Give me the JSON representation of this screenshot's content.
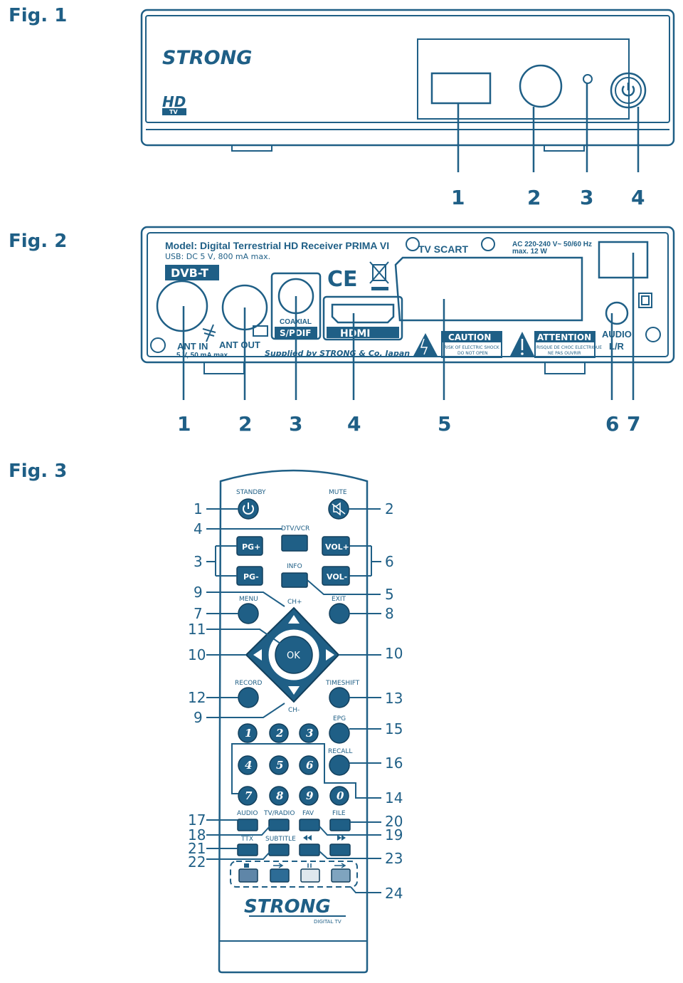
{
  "figures": {
    "fig1": "Fig. 1",
    "fig2": "Fig. 2",
    "fig3": "Fig. 3"
  },
  "fig1": {
    "brand": "STRONG",
    "hd_badge": "HD",
    "tv_badge": "TV",
    "callouts": [
      "1",
      "2",
      "3",
      "4"
    ]
  },
  "fig2": {
    "model": "Model: Digital Terrestrial HD Receiver PRIMA VI",
    "usb": "USB: DC 5 V, 800 mA max.",
    "dvb": "DVB-T",
    "tv_scart": "TV SCART",
    "power_line1": "AC 220-240 V~ 50/60 Hz",
    "power_line2": "max. 12 W",
    "coaxial": "COAXIAL",
    "spdif": "S/PDIF",
    "hdmi": "HDMI",
    "ant_in": "ANT IN",
    "ant_in_spec": "5 V, 50 mA max",
    "ant_out": "ANT OUT",
    "supplied": "Supplied by STRONG & Co, Japan",
    "caution": "CAUTION",
    "caution_sub1": "RISK OF ELECTRIC SHOCK",
    "caution_sub2": "DO NOT OPEN",
    "attention": "ATTENTION",
    "attention_sub1": "RISQUE DE CHOC ELECTRIQUE",
    "attention_sub2": "NE PAS OUVRIR",
    "audio": "AUDIO",
    "audio_lr": "L/R",
    "ce": "CE",
    "callouts": [
      "1",
      "2",
      "3",
      "4",
      "5",
      "6",
      "7"
    ]
  },
  "remote": {
    "labels": {
      "standby": "STANDBY",
      "mute": "MUTE",
      "dtv_vcr": "DTV/VCR",
      "pg_plus": "PG+",
      "pg_minus": "PG-",
      "vol_plus": "VOL+",
      "vol_minus": "VOL-",
      "info": "INFO",
      "menu": "MENU",
      "exit": "EXIT",
      "ch_plus": "CH+",
      "ch_minus": "CH-",
      "ok": "OK",
      "record": "RECORD",
      "timeshift": "TIMESHIFT",
      "epg": "EPG",
      "recall": "RECALL",
      "audio": "AUDIO",
      "tv_radio": "TV/RADIO",
      "fav": "FAV",
      "file": "FILE",
      "ttx": "TTX",
      "subtitle": "SUBTITLE",
      "brand": "STRONG",
      "brand_sub": "DIGITAL TV"
    },
    "digits": [
      "1",
      "2",
      "3",
      "4",
      "5",
      "6",
      "7",
      "8",
      "9",
      "0"
    ],
    "callouts": {
      "c1": "1",
      "c2": "2",
      "c3": "3",
      "c4": "4",
      "c5": "5",
      "c6": "6",
      "c7": "7",
      "c8": "8",
      "c9a": "9",
      "c9b": "9",
      "c10a": "10",
      "c10b": "10",
      "c11": "11",
      "c12": "12",
      "c13": "13",
      "c14": "14",
      "c15": "15",
      "c16": "16",
      "c17": "17",
      "c18": "18",
      "c19": "19",
      "c20": "20",
      "c21": "21",
      "c22": "22",
      "c23": "23",
      "c24": "24"
    }
  },
  "colors": {
    "primary": "#1f5f86",
    "button_dark": "#1f5f86",
    "color_key_1": "#5f86a8",
    "color_key_2": "#2d6c96",
    "color_key_3": "#dfe8ee",
    "color_key_4": "#7fa4bf"
  }
}
